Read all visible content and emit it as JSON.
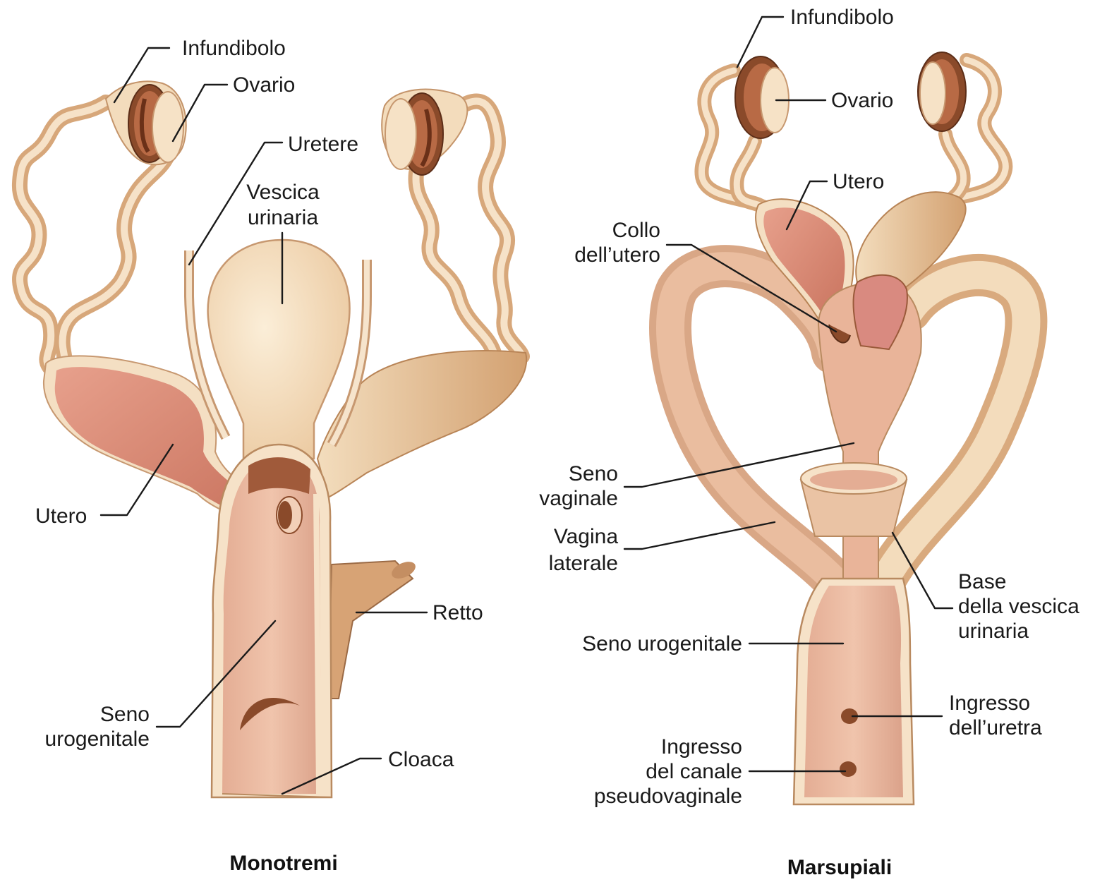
{
  "colors": {
    "wall": "#d9aa7e",
    "wall_light": "#f4dfc3",
    "lumen": "#e8b394",
    "uterus": "#d98873",
    "dark": "#9a5a3a",
    "bladder": "#f4dcb8"
  },
  "monotremi": {
    "title": "Monotremi",
    "labels": {
      "infundibolo": "Infundibolo",
      "ovario": "Ovario",
      "uretere": "Uretere",
      "vescica_1": "Vescica",
      "vescica_2": "urinaria",
      "utero": "Utero",
      "retto": "Retto",
      "seno_1": "Seno",
      "seno_2": "urogenitale",
      "cloaca": "Cloaca"
    }
  },
  "marsupiali": {
    "title": "Marsupiali",
    "labels": {
      "infundibolo": "Infundibolo",
      "ovario": "Ovario",
      "utero": "Utero",
      "collo_1": "Collo",
      "collo_2": "dell’utero",
      "seno_vag_1": "Seno",
      "seno_vag_2": "vaginale",
      "vagina_1": "Vagina",
      "vagina_2": "laterale",
      "base_1": "Base",
      "base_2": "della vescica",
      "base_3": "urinaria",
      "seno_uro": "Seno urogenitale",
      "uretra_1": "Ingresso",
      "uretra_2": "dell’uretra",
      "canale_1": "Ingresso",
      "canale_2": "del canale",
      "canale_3": "pseudovaginale"
    }
  }
}
